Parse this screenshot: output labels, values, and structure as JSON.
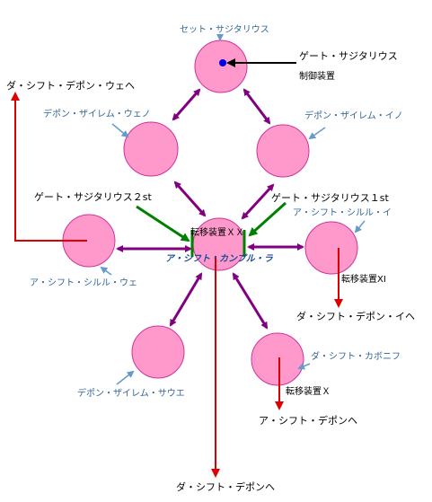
{
  "nodes": {
    "set": {
      "label": "セット・サジタリウス"
    },
    "depon_zairemu_weno": {
      "label": "デポン・ザイレム・ウェノ"
    },
    "depon_zairemu_ino": {
      "label": "デポン・ザイレム・イノ"
    },
    "a_shift_shiruru_we": {
      "label": "ア・シフト・シルル・ウェ"
    },
    "center": {
      "label": "ア・シフト・カンプル・ラ"
    },
    "a_shift_shiruru_i": {
      "label": "ア・シフト・シルル・イ"
    },
    "depon_zairemu_sawe": {
      "label": "デポン・ザイレム・サウエ"
    },
    "da_shift_kaboniv": {
      "label": "ダ・シフト・カボニフ"
    }
  },
  "labels": {
    "gate_main": "ゲート・サジタリウス",
    "control_device": "制御装置",
    "gate_2st": "ゲート・サジタリウス２st",
    "gate_1st": "ゲート・サジタリウス１st",
    "teleporter_xx": "転移装置ＸＸ",
    "teleporter_xi": "転移装置XI",
    "teleporter_x": "転移装置Ｘ",
    "dest_da_shift_depon_we": "ダ・シフト・デポン・ウェヘ",
    "dest_da_shift_depon_i": "ダ・シフト・デポン・イヘ",
    "dest_a_shift_depon": "ア・シフト・デポンヘ",
    "dest_da_shift_depon": "ダ・シフト・デポンヘ"
  },
  "colors": {
    "node_fill": "#ff99cc",
    "node_stroke": "#cc3399",
    "link": "#800080",
    "exit_arrow": "#dd0000",
    "gate_arrow": "#008000",
    "pointer": "#6699cc",
    "node_label": "#336699",
    "control_dot": "#0000dd"
  }
}
